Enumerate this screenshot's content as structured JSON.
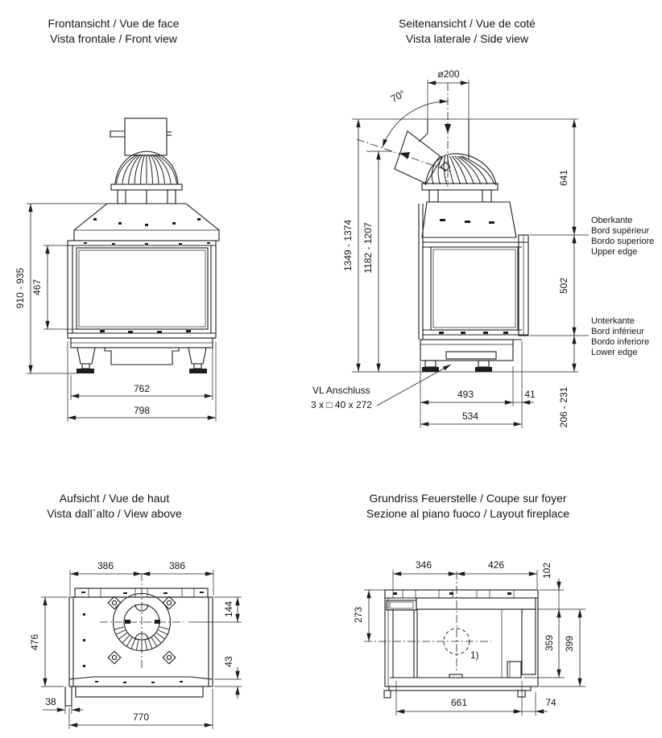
{
  "colors": {
    "line": "#1c1c1c",
    "background": "#ffffff"
  },
  "views": {
    "front": {
      "title1": "Frontansicht / Vue de face",
      "title2": "Vista frontale / Front view",
      "dim_total_height": "910 - 935",
      "dim_glass_height": "467",
      "dim_inner_width": "762",
      "dim_outer_width": "798"
    },
    "side": {
      "title1": "Seitenansicht / Vue de coté",
      "title2": "Vista laterale / Side view",
      "dim_flue_diameter": "ø200",
      "dim_swivel_angle": "70°",
      "dim_top_to_upper_edge": "641",
      "dim_total_height": "1349 - 1374",
      "dim_outlet_height": "1182 - 1207",
      "dim_door_height": "502",
      "dim_base_height": "206 - 231",
      "dim_depth_inner": "493",
      "dim_depth_gap": "41",
      "dim_depth_outer": "534",
      "label_vl_line1": "VL Anschluss",
      "label_vl_line2": "3 x □ 40 x 272",
      "label_upper_edge": [
        "Oberkante",
        "Bord supérieur",
        "Bordo superiore",
        "Upper edge"
      ],
      "label_lower_edge": [
        "Unterkante",
        "Bord inférieur",
        "Bordo inferiore",
        "Lower edge"
      ]
    },
    "top": {
      "title1": "Aufsicht / Vue de haut",
      "title2": "Vista dall`alto / View above",
      "dim_rear_left": "386",
      "dim_rear_right": "386",
      "dim_dome_center": "144",
      "dim_front_lip": "43",
      "dim_depth": "476",
      "dim_side_step": "38",
      "dim_width": "770"
    },
    "layout": {
      "title1": "Grundriss Feuerstelle / Coupe sur foyer",
      "title2": "Sezione al piano fuoco / Layout fireplace",
      "dim_left_half": "346",
      "dim_right_half": "426",
      "dim_rear_wall": "102",
      "dim_left_center": "273",
      "dim_inner_depth": "359",
      "dim_outer_depth": "399",
      "dim_inner_width": "661",
      "dim_right_wall": "74",
      "note_marker": "1)"
    }
  }
}
